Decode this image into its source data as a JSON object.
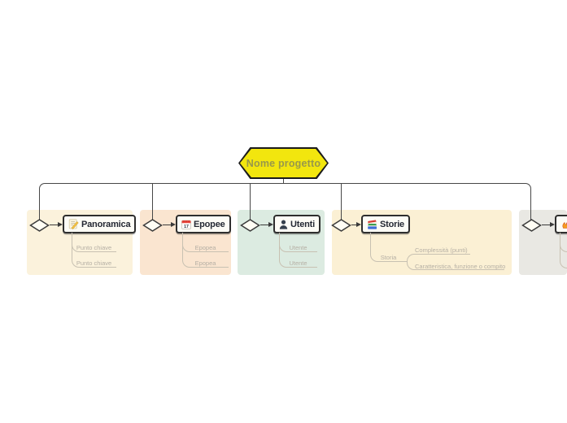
{
  "palette": {
    "root_fill": "#f2e60e",
    "root_border": "#1b1b1b",
    "root_text": "#98984a",
    "connector": "#474747",
    "child_connector": "#c8c1b2",
    "child_text": "#b5afa4",
    "node_fill": "#fdfcf6",
    "node_border": "#2e2e2e",
    "node_text": "#242833",
    "panel_colors": [
      "#fbf2dc",
      "#fae5d0",
      "#dcebe1",
      "#fbf0d4",
      "#e9e8e3"
    ]
  },
  "root": {
    "label": "Nome progetto"
  },
  "branches": [
    {
      "title": "Panoramica",
      "icon": "memo-icon",
      "children": [
        "Punto chiave",
        "Punto chiave"
      ]
    },
    {
      "title": "Epopee",
      "icon": "calendar-icon",
      "icon_day": "17",
      "children": [
        "Epopea",
        "Epopea"
      ]
    },
    {
      "title": "Utenti",
      "icon": "person-icon",
      "children": [
        "Utente",
        "Utente"
      ]
    },
    {
      "title": "Storie",
      "icon": "books-icon",
      "children": [
        {
          "label": "Storia",
          "children": [
            "Complessità (punti)",
            "Caratteristica, funzione o compito"
          ]
        }
      ]
    },
    {
      "title": "",
      "icon": "clipped-icon",
      "children": []
    }
  ]
}
